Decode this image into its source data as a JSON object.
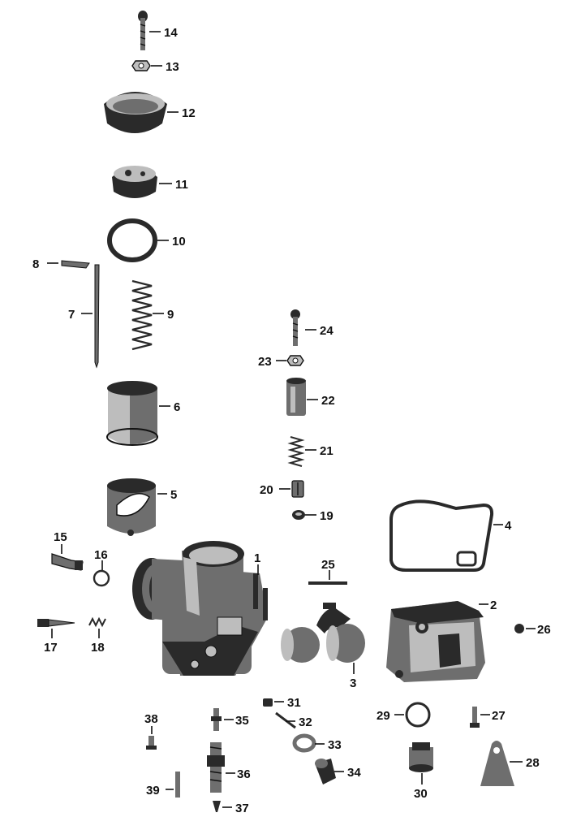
{
  "colors": {
    "ink": "#111111",
    "dark": "#2a2a2a",
    "mid": "#6e6e6e",
    "light": "#bdbdbd",
    "background": "#ffffff"
  },
  "parts": {
    "p1": "1",
    "p2": "2",
    "p3": "3",
    "p4": "4",
    "p5": "5",
    "p6": "6",
    "p7": "7",
    "p8": "8",
    "p9": "9",
    "p10": "10",
    "p11": "11",
    "p12": "12",
    "p13": "13",
    "p14": "14",
    "p15": "15",
    "p16": "16",
    "p17": "17",
    "p18": "18",
    "p19": "19",
    "p20": "20",
    "p21": "21",
    "p22": "22",
    "p23": "23",
    "p24": "24",
    "p25": "25",
    "p26": "26",
    "p27": "27",
    "p28": "28",
    "p29": "29",
    "p30": "30",
    "p31": "31",
    "p32": "32",
    "p33": "33",
    "p34": "34",
    "p35": "35",
    "p36": "36",
    "p37": "37",
    "p38": "38",
    "p39": "39"
  }
}
